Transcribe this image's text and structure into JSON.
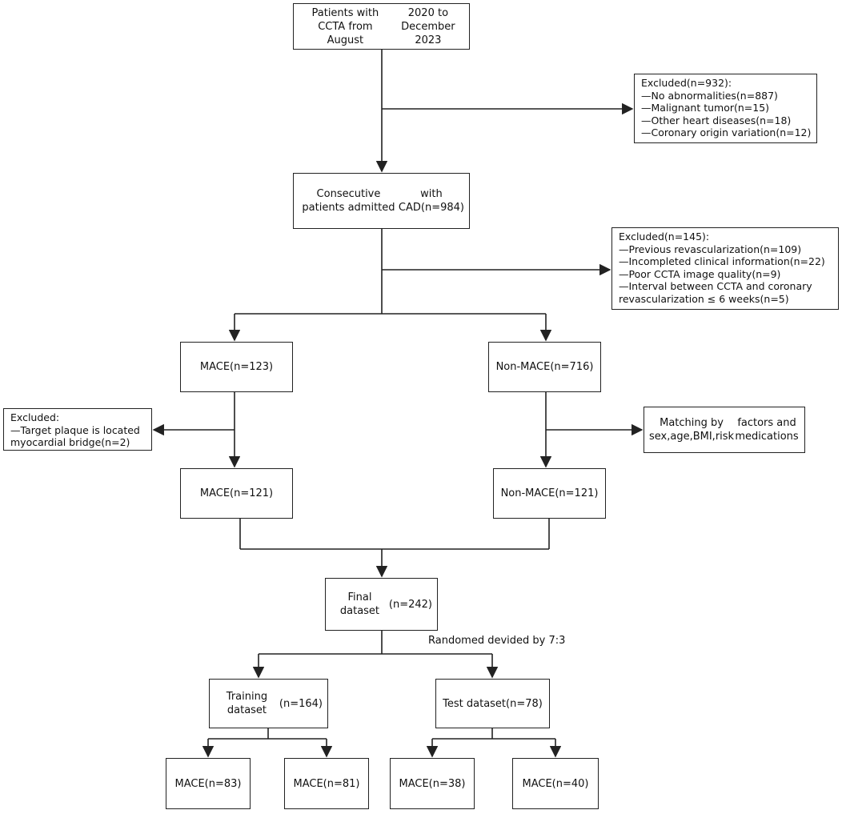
{
  "nodes": {
    "patients_ccta": [
      "Patients with CCTA from August",
      "2020 to December 2023"
    ],
    "excluded_1": [
      "Excluded(n=932):",
      "—No abnormalities(n=887)",
      "—Malignant tumor(n=15)",
      "—Other heart diseases(n=18)",
      "—Coronary origin variation(n=12)"
    ],
    "consecutive": [
      "Consecutive patients admitted",
      "with CAD(n=984)"
    ],
    "excluded_2": [
      "Excluded(n=145):",
      "—Previous revascularization(n=109)",
      "—Incompleted clinical information(n=22)",
      "—Poor CCTA image quality(n=9)",
      "—Interval between CCTA and coronary",
      "revascularization ≤ 6 weeks(n=5)"
    ],
    "mace_123": [
      "MACE(n=123)"
    ],
    "nonmace_716": [
      "Non-MACE(n=716)"
    ],
    "excluded_3": [
      "Excluded:",
      "—Target plaque is located",
      "myocardial bridge(n=2)"
    ],
    "matching": [
      "Matching by  sex,age,BMI,risk",
      "factors and medications"
    ],
    "mace_121": [
      "MACE(n=121)"
    ],
    "nonmace_121": [
      "Non-MACE(n=121)"
    ],
    "final": [
      "Final dataset",
      "(n=242)"
    ],
    "training": [
      "Training dataset",
      "(n=164)"
    ],
    "test": [
      "Test dataset",
      "(n=78)"
    ],
    "mace_83": [
      "MACE(n=83)"
    ],
    "mace_81": [
      "MACE(n=81)"
    ],
    "mace_38": [
      "MACE(n=38)"
    ],
    "mace_40": [
      "MACE(n=40)"
    ]
  },
  "split_label": "Randomed devided by 7:3",
  "colors": {
    "line": "#222222",
    "box_border": "#222222",
    "background": "#ffffff"
  }
}
